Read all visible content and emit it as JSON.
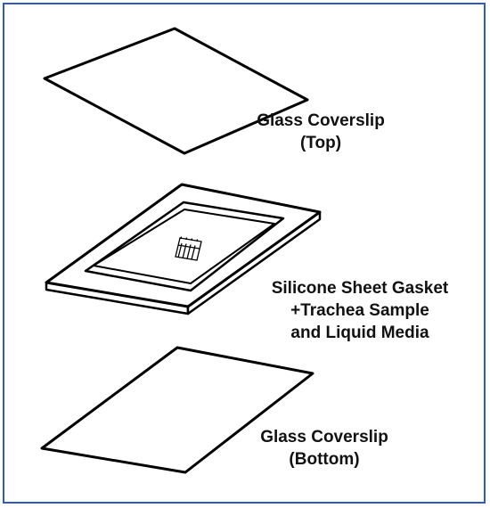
{
  "labels": {
    "top": [
      "Glass Coverslip",
      "(Top)"
    ],
    "gasket": [
      "Silicone Sheet Gasket",
      "+Trachea Sample",
      "and Liquid Media"
    ],
    "bottom": [
      "Glass Coverslip",
      "(Bottom)"
    ]
  },
  "colors": {
    "border": "#2e5bbd",
    "line": "#000000",
    "fill": "#ffffff"
  }
}
